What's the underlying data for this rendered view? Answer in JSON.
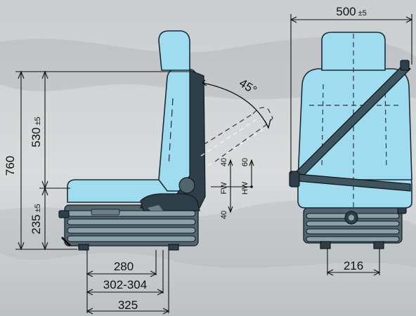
{
  "dimensions": {
    "top_width": "500",
    "top_width_tol": "±5",
    "overall_height": "760",
    "back_height": "530",
    "back_height_tol": "±5",
    "seat_height": "235",
    "seat_height_tol": "±5",
    "recline_angle": "45°",
    "fw_upper": "40",
    "fw_lower": "40",
    "fw_label": "FW",
    "hw_value": "60",
    "hw_label": "HW",
    "base_280": "280",
    "base_302": "302-304",
    "base_325": "325",
    "rear_base": "216"
  },
  "colors": {
    "upholstery": "#9fdcef",
    "frame": "#2f3f49",
    "background": "#d2d6d8"
  }
}
